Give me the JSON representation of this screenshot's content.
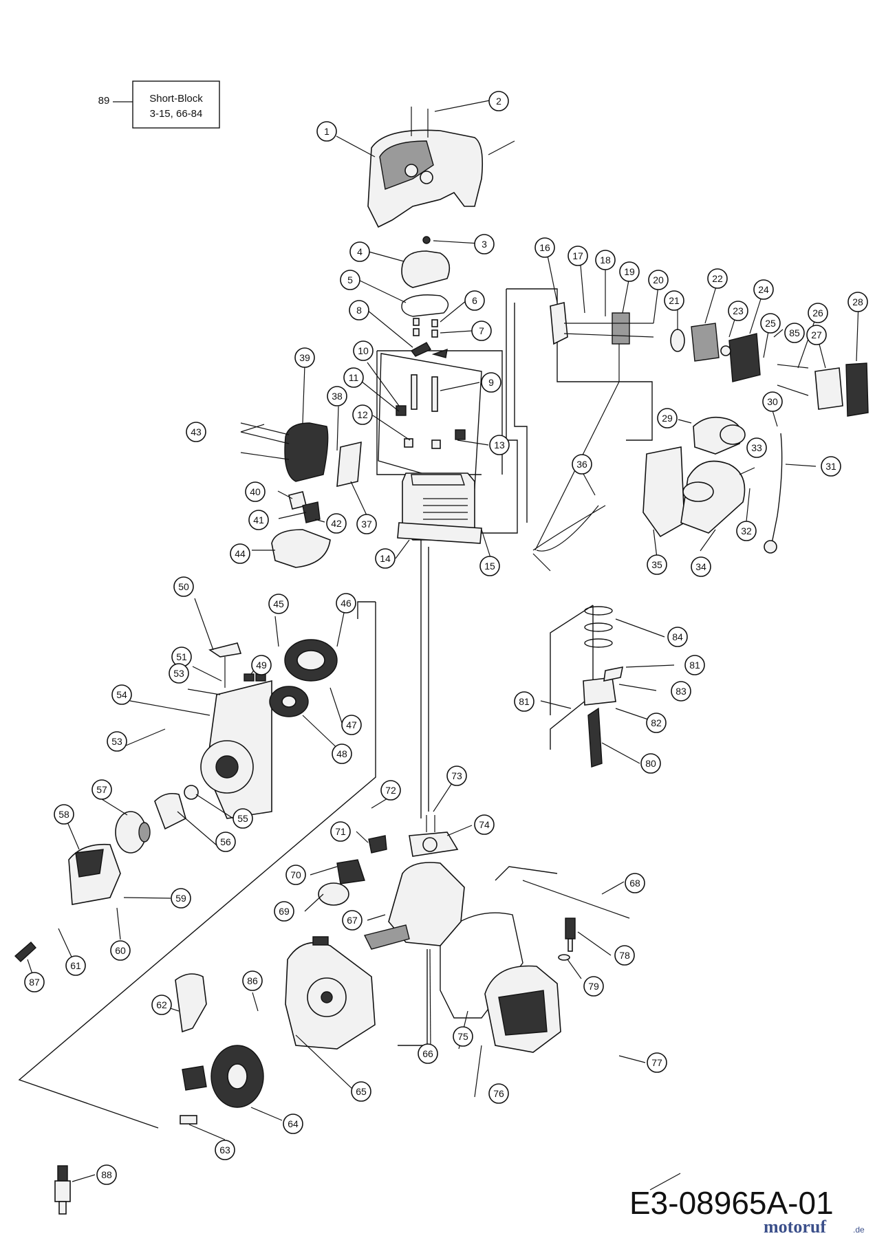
{
  "short_block": {
    "ref": "89",
    "title": "Short-Block",
    "parts": "3-15, 66-84"
  },
  "drawing_code": "E3-08965A-01",
  "watermark": {
    "name": "motoruf",
    "suffix": ".de"
  },
  "callouts": [
    "1",
    "2",
    "3",
    "4",
    "5",
    "6",
    "7",
    "8",
    "9",
    "10",
    "11",
    "12",
    "13",
    "14",
    "15",
    "16",
    "17",
    "18",
    "19",
    "20",
    "21",
    "22",
    "23",
    "24",
    "25",
    "26",
    "27",
    "28",
    "29",
    "30",
    "31",
    "32",
    "33",
    "34",
    "35",
    "36",
    "37",
    "38",
    "39",
    "40",
    "41",
    "42",
    "43",
    "44",
    "45",
    "46",
    "47",
    "48",
    "49",
    "50",
    "51",
    "53",
    "54",
    "55",
    "56",
    "57",
    "58",
    "59",
    "60",
    "61",
    "62",
    "63",
    "64",
    "65",
    "66",
    "67",
    "68",
    "69",
    "70",
    "71",
    "72",
    "73",
    "74",
    "75",
    "76",
    "77",
    "78",
    "79",
    "80",
    "81",
    "82",
    "83",
    "84",
    "85",
    "86",
    "87",
    "88"
  ],
  "colors": {
    "line": "#111111",
    "background": "#ffffff",
    "watermark": "#3b4f8a"
  }
}
